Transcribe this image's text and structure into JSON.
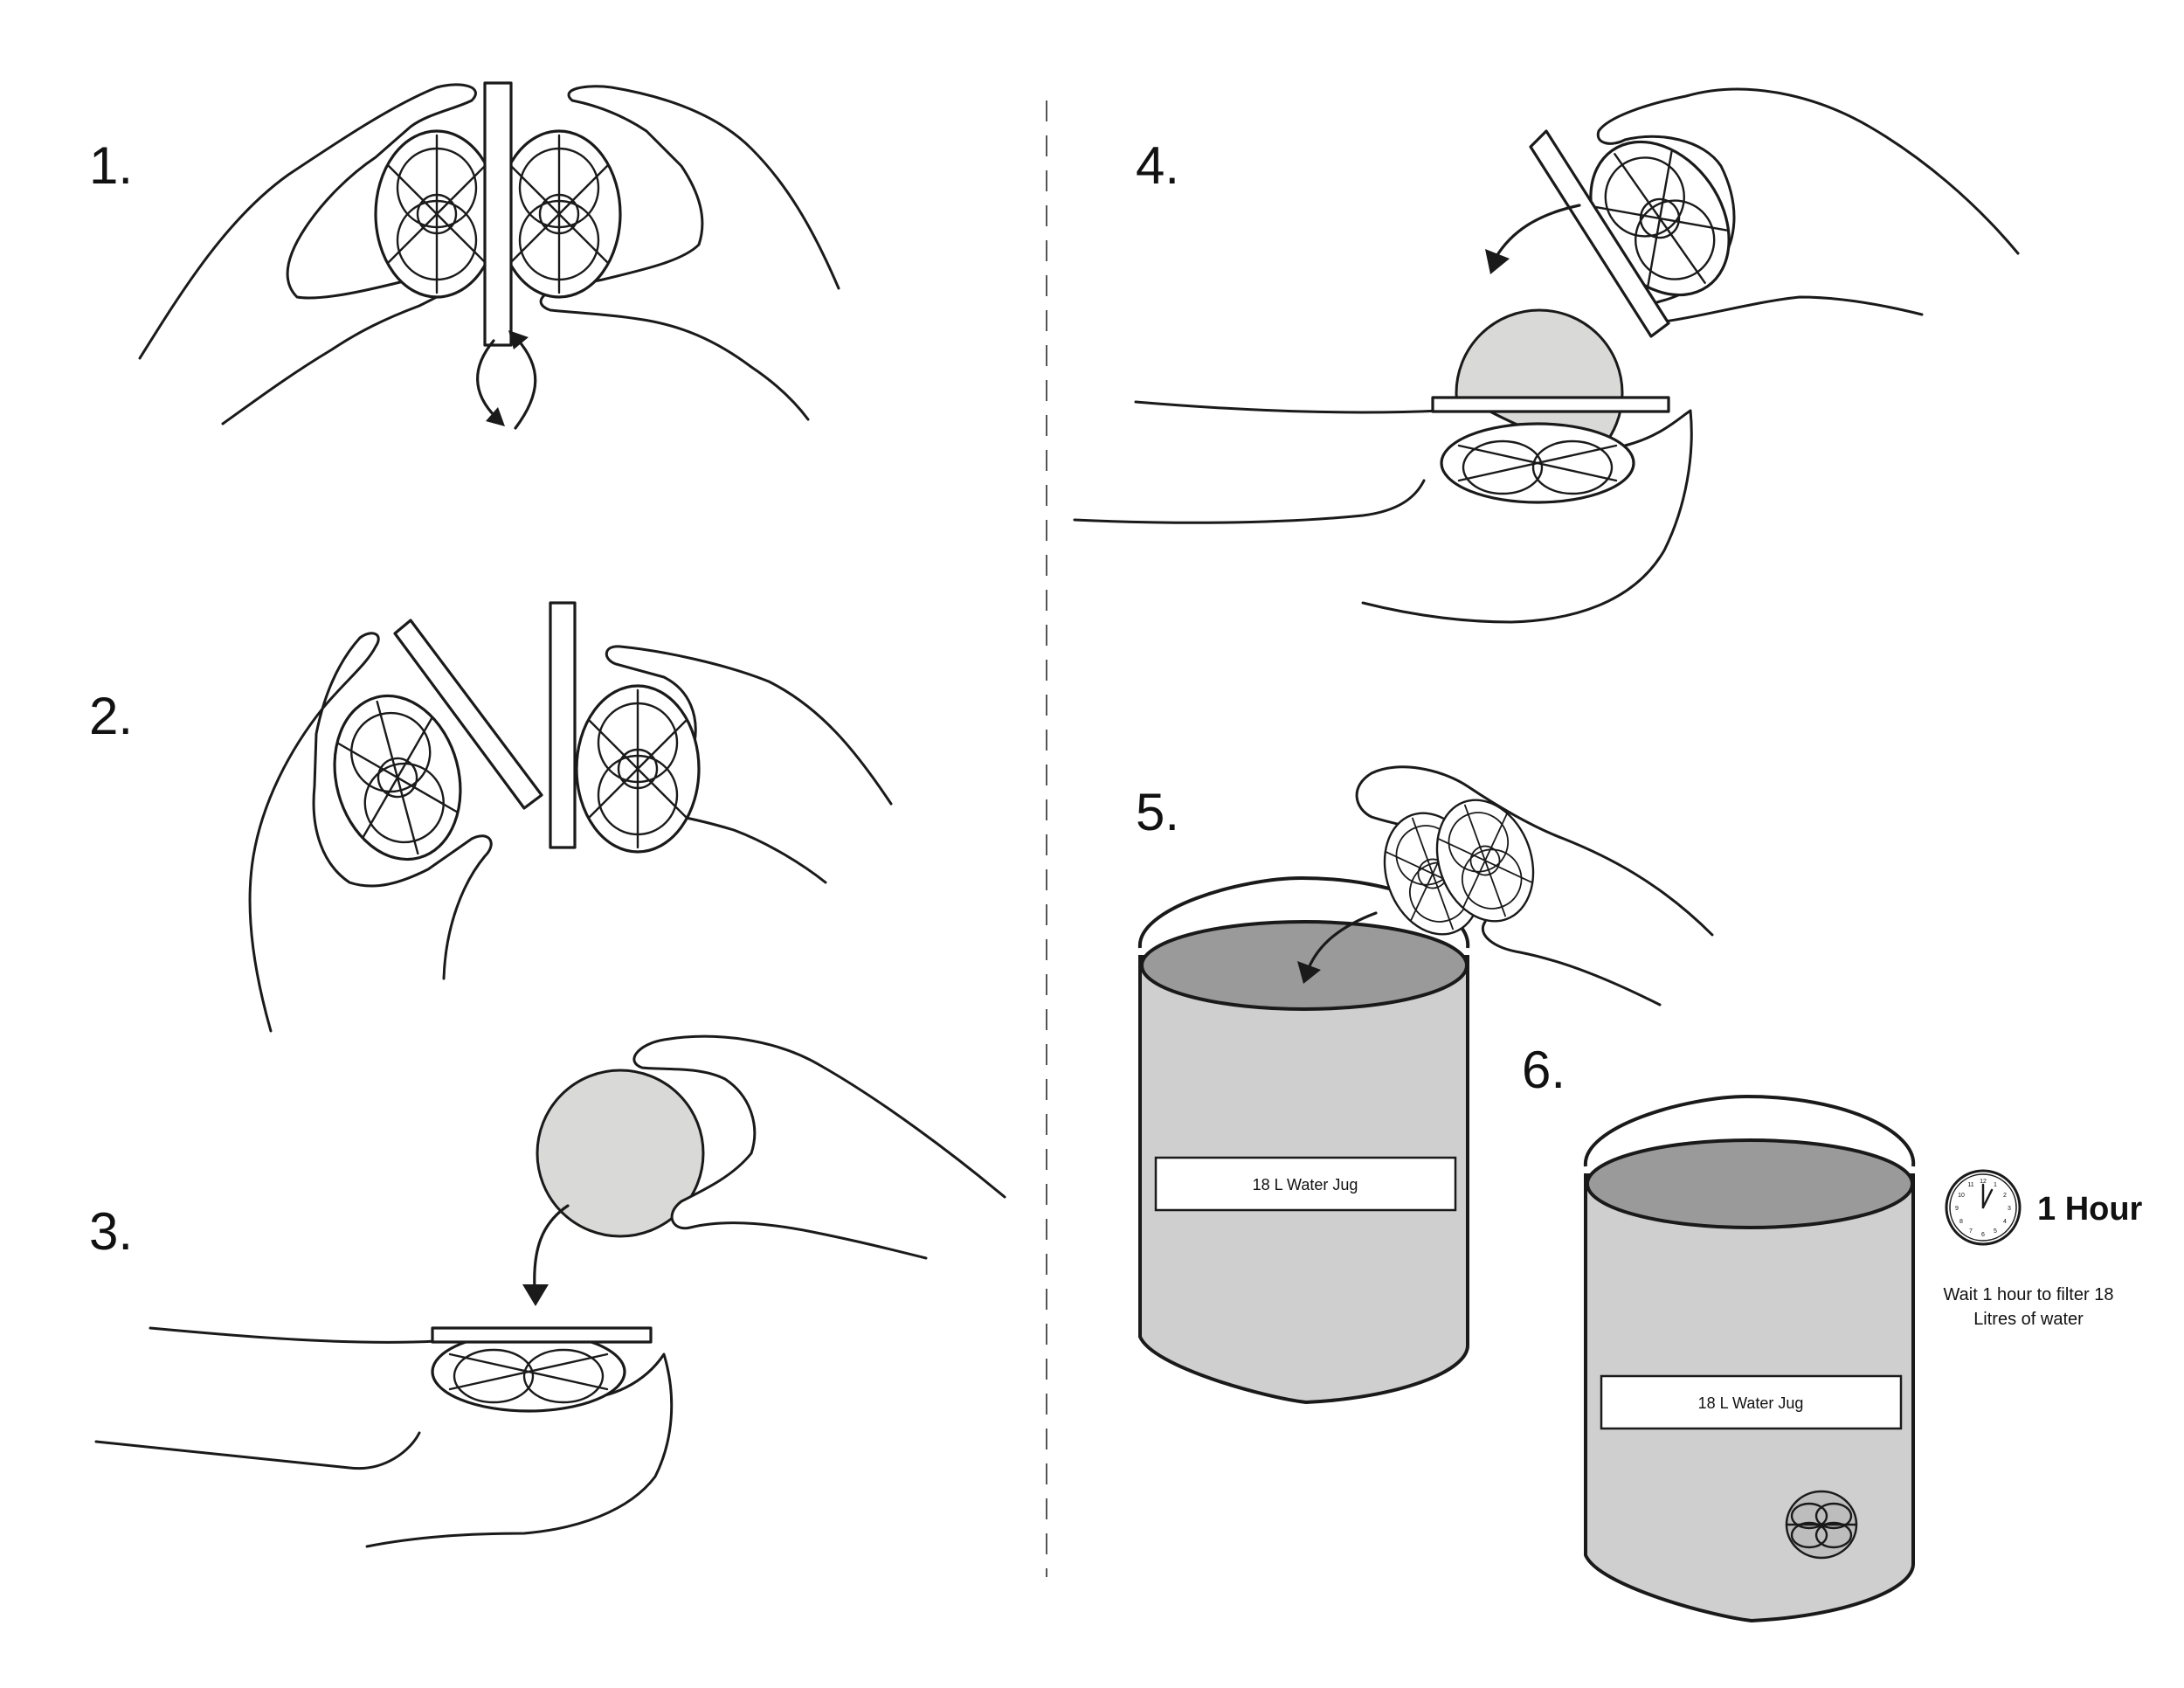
{
  "steps": [
    {
      "number": "1."
    },
    {
      "number": "2."
    },
    {
      "number": "3."
    },
    {
      "number": "4."
    },
    {
      "number": "5."
    },
    {
      "number": "6."
    }
  ],
  "jug_label": "18 L Water Jug",
  "timer": {
    "duration_label": "1 Hour",
    "note_line1": "Wait 1 hour to filter 18",
    "note_line2": "Litres of water"
  },
  "clock_numbers": [
    "12",
    "1",
    "2",
    "3",
    "4",
    "5",
    "6",
    "7",
    "8",
    "9",
    "10",
    "11"
  ],
  "colors": {
    "line": "#1a1a1a",
    "jug_body": "#cfcfcf",
    "water": "#9a9a9a",
    "filter_paper": "#d9d9d7"
  }
}
